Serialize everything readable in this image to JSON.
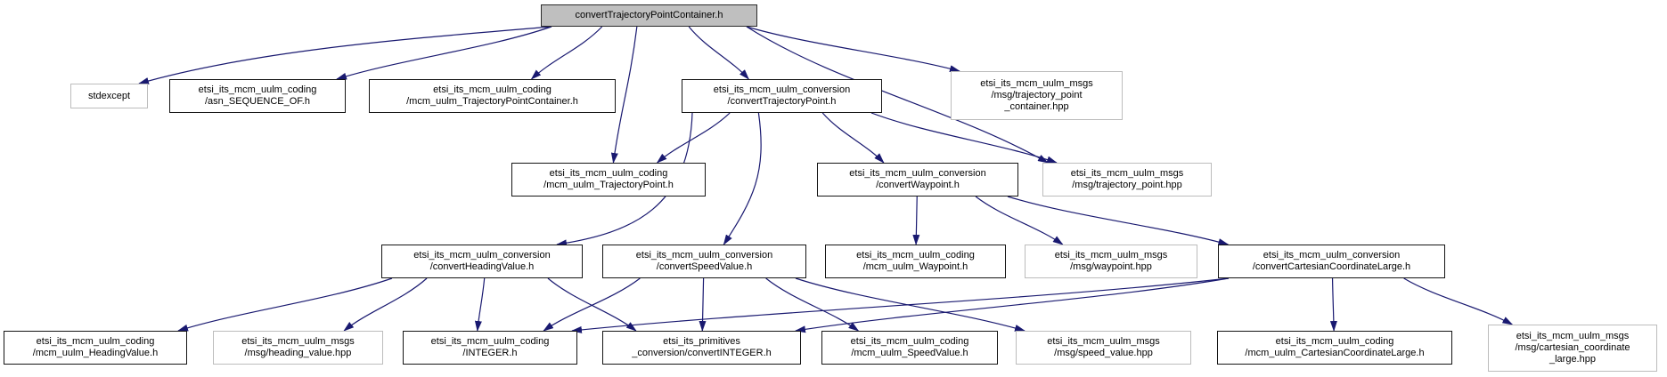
{
  "graph": {
    "title": "convertTrajectoryPointContainer.h include dependency graph",
    "colors": {
      "edge": "#191970",
      "node_border": "#141414",
      "external_border": "#bcbcbc",
      "current_fill": "#bfbfbf",
      "background": "#ffffff",
      "text": "#000000"
    },
    "nodes": [
      {
        "id": "T",
        "kind": "current",
        "label": "convertTrajectoryPointContainer.h"
      },
      {
        "id": "std",
        "kind": "external",
        "label": "stdexcept"
      },
      {
        "id": "asn",
        "kind": "linked",
        "label": "etsi_its_mcm_uulm_coding\n/asn_SEQUENCE_OF.h"
      },
      {
        "id": "mcmTPC",
        "kind": "linked",
        "label": "etsi_its_mcm_uulm_coding\n/mcm_uulm_TrajectoryPointContainer.h"
      },
      {
        "id": "convTP",
        "kind": "linked",
        "label": "etsi_its_mcm_uulm_conversion\n/convertTrajectoryPoint.h"
      },
      {
        "id": "tpc_hpp",
        "kind": "external",
        "label": "etsi_its_mcm_uulm_msgs\n/msg/trajectory_point\n_container.hpp"
      },
      {
        "id": "mcmTP",
        "kind": "linked",
        "label": "etsi_its_mcm_uulm_coding\n/mcm_uulm_TrajectoryPoint.h"
      },
      {
        "id": "convWP",
        "kind": "linked",
        "label": "etsi_its_mcm_uulm_conversion\n/convertWaypoint.h"
      },
      {
        "id": "tp_hpp",
        "kind": "external",
        "label": "etsi_its_mcm_uulm_msgs\n/msg/trajectory_point.hpp"
      },
      {
        "id": "convHV",
        "kind": "linked",
        "label": "etsi_its_mcm_uulm_conversion\n/convertHeadingValue.h"
      },
      {
        "id": "convSV",
        "kind": "linked",
        "label": "etsi_its_mcm_uulm_conversion\n/convertSpeedValue.h"
      },
      {
        "id": "mcmWP",
        "kind": "linked",
        "label": "etsi_its_mcm_uulm_coding\n/mcm_uulm_Waypoint.h"
      },
      {
        "id": "wp_hpp",
        "kind": "external",
        "label": "etsi_its_mcm_uulm_msgs\n/msg/waypoint.hpp"
      },
      {
        "id": "convCCL",
        "kind": "linked",
        "label": "etsi_its_mcm_uulm_conversion\n/convertCartesianCoordinateLarge.h"
      },
      {
        "id": "HV",
        "kind": "linked",
        "label": "etsi_its_mcm_uulm_coding\n/mcm_uulm_HeadingValue.h"
      },
      {
        "id": "hv_hpp",
        "kind": "external",
        "label": "etsi_its_mcm_uulm_msgs\n/msg/heading_value.hpp"
      },
      {
        "id": "INTEGER",
        "kind": "linked",
        "label": "etsi_its_mcm_uulm_coding\n/INTEGER.h"
      },
      {
        "id": "convINT",
        "kind": "linked",
        "label": "etsi_its_primitives\n_conversion/convertINTEGER.h"
      },
      {
        "id": "SV",
        "kind": "linked",
        "label": "etsi_its_mcm_uulm_coding\n/mcm_uulm_SpeedValue.h"
      },
      {
        "id": "sv_hpp",
        "kind": "external",
        "label": "etsi_its_mcm_uulm_msgs\n/msg/speed_value.hpp"
      },
      {
        "id": "CCL",
        "kind": "linked",
        "label": "etsi_its_mcm_uulm_coding\n/mcm_uulm_CartesianCoordinateLarge.h"
      },
      {
        "id": "ccl_hpp",
        "kind": "external",
        "label": "etsi_its_mcm_uulm_msgs\n/msg/cartesian_coordinate\n_large.hpp"
      }
    ],
    "edges": [
      {
        "from": "T",
        "to": "std"
      },
      {
        "from": "T",
        "to": "asn"
      },
      {
        "from": "T",
        "to": "mcmTPC"
      },
      {
        "from": "T",
        "to": "convTP"
      },
      {
        "from": "T",
        "to": "tpc_hpp"
      },
      {
        "from": "T",
        "to": "mcmTP"
      },
      {
        "from": "T",
        "to": "tp_hpp"
      },
      {
        "from": "convTP",
        "to": "mcmTP"
      },
      {
        "from": "convTP",
        "to": "convWP"
      },
      {
        "from": "convTP",
        "to": "tp_hpp"
      },
      {
        "from": "convTP",
        "to": "convHV"
      },
      {
        "from": "convTP",
        "to": "convSV"
      },
      {
        "from": "convWP",
        "to": "mcmWP"
      },
      {
        "from": "convWP",
        "to": "wp_hpp"
      },
      {
        "from": "convWP",
        "to": "convCCL"
      },
      {
        "from": "convHV",
        "to": "HV"
      },
      {
        "from": "convHV",
        "to": "hv_hpp"
      },
      {
        "from": "convHV",
        "to": "INTEGER"
      },
      {
        "from": "convHV",
        "to": "convINT"
      },
      {
        "from": "convSV",
        "to": "SV"
      },
      {
        "from": "convSV",
        "to": "sv_hpp"
      },
      {
        "from": "convSV",
        "to": "INTEGER"
      },
      {
        "from": "convSV",
        "to": "convINT"
      },
      {
        "from": "convCCL",
        "to": "CCL"
      },
      {
        "from": "convCCL",
        "to": "ccl_hpp"
      },
      {
        "from": "convCCL",
        "to": "INTEGER"
      },
      {
        "from": "convCCL",
        "to": "convINT"
      }
    ]
  }
}
